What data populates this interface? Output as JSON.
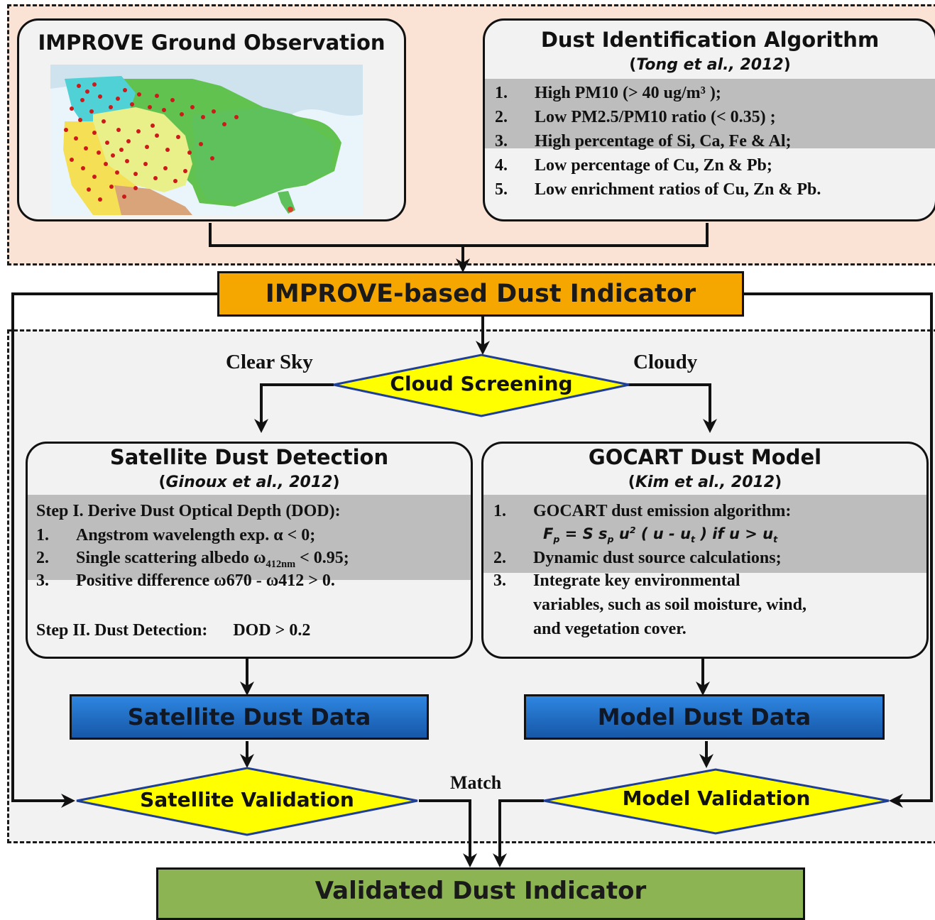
{
  "observation": {
    "title": "IMPROVE Ground Observation"
  },
  "algorithm": {
    "title": "Dust Identification Algorithm",
    "citation_authors": "Tong et al., 2012",
    "items": [
      {
        "num": "1.",
        "text": "High PM10 (> 40 ug/m³ );"
      },
      {
        "num": "2.",
        "text": "Low PM2.5/PM10 ratio (< 0.35) ;"
      },
      {
        "num": "3.",
        "text": "High percentage of Si, Ca, Fe & Al;"
      },
      {
        "num": "4.",
        "text": "Low percentage of Cu, Zn & Pb;"
      },
      {
        "num": "5.",
        "text": "Low enrichment ratios of Cu, Zn & Pb."
      }
    ]
  },
  "indicator": {
    "label": "IMPROVE-based Dust Indicator",
    "color": "#f5a700"
  },
  "screening": {
    "label": "Cloud Screening",
    "left_branch": "Clear Sky",
    "right_branch": "Cloudy"
  },
  "satellite": {
    "title": "Satellite Dust Detection",
    "citation_authors": "Ginoux et al., 2012",
    "step1": "Step I. Derive Dust Optical Depth (DOD):",
    "items": [
      {
        "num": "1.",
        "text": "Angstrom wavelength exp. α < 0;"
      },
      {
        "num": "2.",
        "text_a": "Single scattering albedo ω",
        "sub": "412nm",
        "text_b": " < 0.95;"
      },
      {
        "num": "3.",
        "text": "Positive difference ω670 - ω412 > 0."
      }
    ],
    "step2": "Step II. Dust Detection:",
    "step2_value": "DOD > 0.2"
  },
  "model": {
    "title": "GOCART Dust Model",
    "citation_authors": "Kim et al., 2012",
    "items": [
      {
        "num": "1.",
        "text": "GOCART dust emission algorithm:"
      },
      {
        "num": "2.",
        "text": "Dynamic dust source calculations;"
      },
      {
        "num": "3.",
        "text": "Integrate key environmental"
      }
    ],
    "item3_cont": [
      "variables, such as soil moisture, wind,",
      "and vegetation cover."
    ]
  },
  "satellite_data": {
    "label": "Satellite Dust Data"
  },
  "model_data": {
    "label": "Model Dust Data"
  },
  "satellite_validation": {
    "label": "Satellite Validation"
  },
  "model_validation": {
    "label": "Model Validation"
  },
  "match_label": "Match",
  "validated": {
    "label": "Validated Dust Indicator",
    "color": "#8db453"
  },
  "colors": {
    "top_panel": "#fae3d5",
    "middle_panel": "#f2f2f2",
    "diamond": "#ffff00",
    "blue_box": "#1f6fc5",
    "band": "#bdbdbd"
  },
  "map_icons": [
    "improve-site-dot-icon"
  ]
}
